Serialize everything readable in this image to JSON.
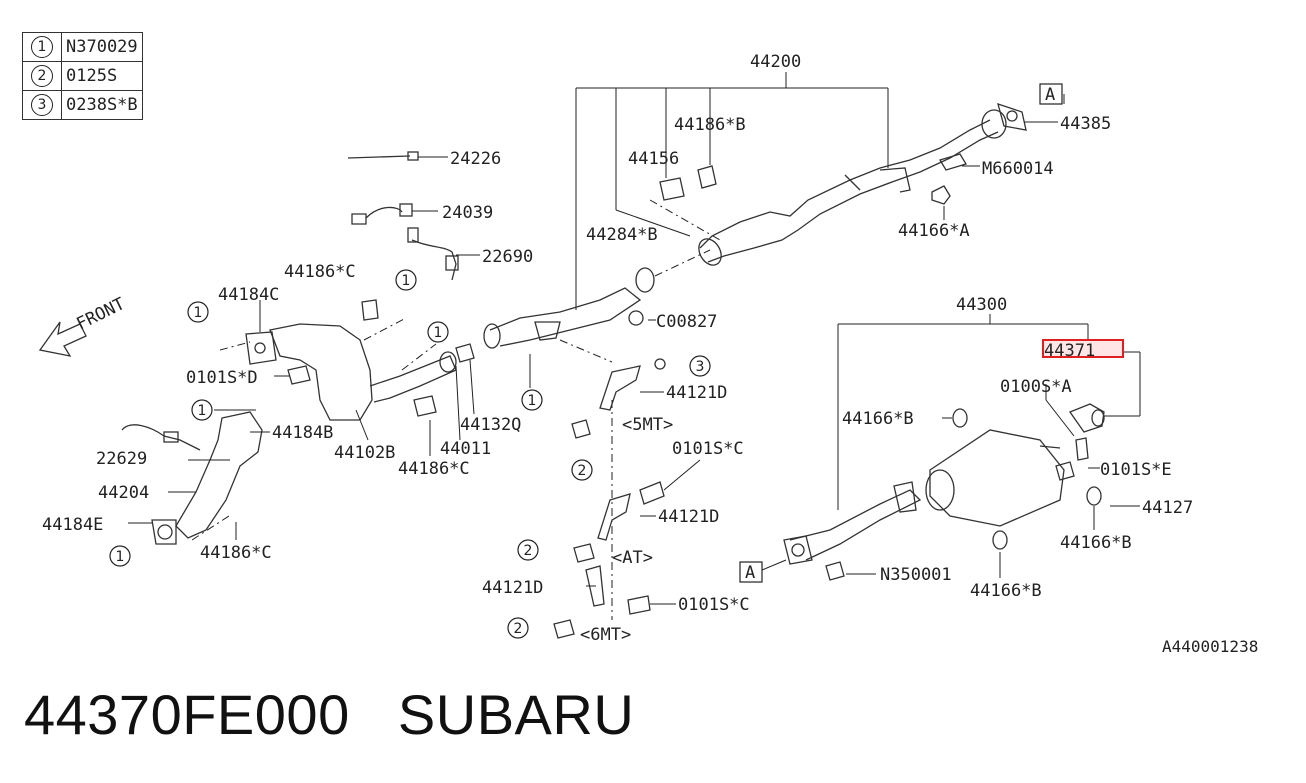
{
  "legend": [
    {
      "num": "1",
      "code": "N370029"
    },
    {
      "num": "2",
      "code": "0125S"
    },
    {
      "num": "3",
      "code": "0238S*B"
    }
  ],
  "labels": {
    "p44200": "44200",
    "p44186B": "44186*B",
    "p44156": "44156",
    "p44385": "44385",
    "pM660014": "M660014",
    "p44166A": "44166*A",
    "p44284B": "44284*B",
    "p24226": "24226",
    "p24039": "24039",
    "p22690": "22690",
    "p44186C_top": "44186*C",
    "p44184C": "44184C",
    "pFront": "FRONT",
    "p0101SD": "0101S*D",
    "p44184B": "44184B",
    "p22629": "22629",
    "p44204": "44204",
    "p44184E": "44184E",
    "p44186C_left": "44186*C",
    "p44102B": "44102B",
    "p44186C_mid": "44186*C",
    "p44011": "44011",
    "p44132Q": "44132Q",
    "pC00827": "C00827",
    "p44121D_a": "44121D",
    "p5MT": "<5MT>",
    "p0101SC_a": "0101S*C",
    "p44121D_b": "44121D",
    "pAT": "<AT>",
    "p44121D_c": "44121D",
    "p0101SC_b": "0101S*C",
    "p6MT": "<6MT>",
    "p44300": "44300",
    "p44371": "44371",
    "p0100SA": "0100S*A",
    "p44166B_a": "44166*B",
    "p0101SE": "0101S*E",
    "p44127": "44127",
    "p44166B_b": "44166*B",
    "pN350001": "N350001",
    "p44166B_c": "44166*B",
    "refA1": "A",
    "refA2": "A",
    "docId": "A440001238"
  },
  "circled": {
    "c1": "1",
    "c2": "1",
    "c3": "1",
    "c4": "1",
    "c5": "1",
    "c6": "1",
    "c7": "3",
    "c8": "2",
    "c9": "2",
    "c10": "2"
  },
  "caption": {
    "part_number": "44370FE000",
    "brand": "SUBARU"
  },
  "colors": {
    "highlight": "#e02020",
    "line": "#222222"
  }
}
